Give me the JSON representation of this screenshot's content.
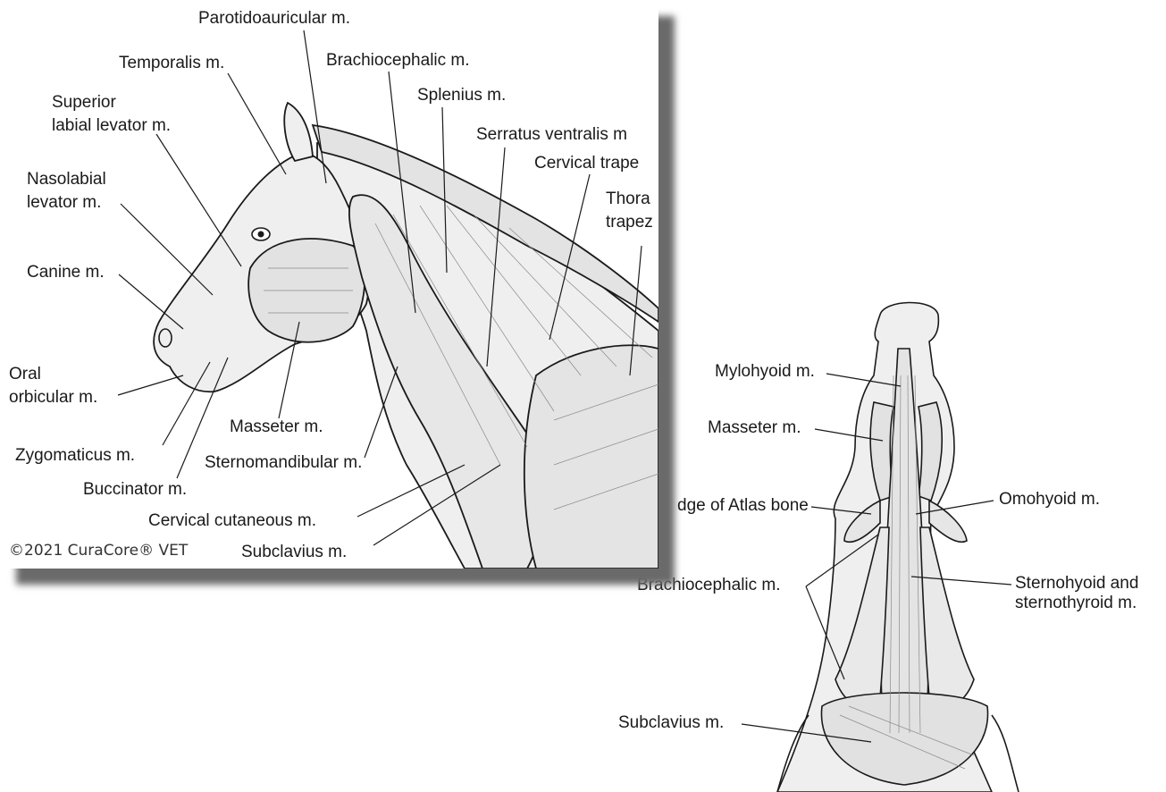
{
  "left_panel": {
    "labels": {
      "parotidoauricular": "Parotidoauricular m.",
      "temporalis": "Temporalis m.",
      "brachiocephalic": "Brachiocephalic m.",
      "splenius": "Splenius m.",
      "superior_labial_1": "Superior",
      "superior_labial_2": "labial levator m.",
      "serratus": "Serratus ventralis m",
      "cervical_trapezius": "Cervical trape",
      "nasolabial_1": "Nasolabial",
      "nasolabial_2": "levator m.",
      "thoracic_1": "Thora",
      "thoracic_2": "trapez",
      "canine": "Canine m.",
      "oral_1": "Oral",
      "oral_2": "orbicular m.",
      "masseter": "Masseter m.",
      "zygomaticus": "Zygomaticus m.",
      "sternomandibular": "Sternomandibular m.",
      "buccinator": "Buccinator m.",
      "cervical_cutaneous": "Cervical cutaneous m.",
      "subclavius": "Subclavius m."
    },
    "copyright": "©2021 CuraCore® VET"
  },
  "right_panel": {
    "labels": {
      "mylohyoid": "Mylohyoid m.",
      "masseter": "Masseter m.",
      "atlas": "dge of Atlas bone",
      "omohyoid": "Omohyoid m.",
      "brachiocephalic": "Brachiocephalic m.",
      "sternohyoid_1": "Sternohyoid and",
      "sternohyoid_2": "sternothyroid m.",
      "subclavius": "Subclavius m."
    }
  },
  "colors": {
    "line": "#1a1a1a",
    "muscle_fill": "#ebebeb",
    "shadow": "#6a6a6a"
  }
}
